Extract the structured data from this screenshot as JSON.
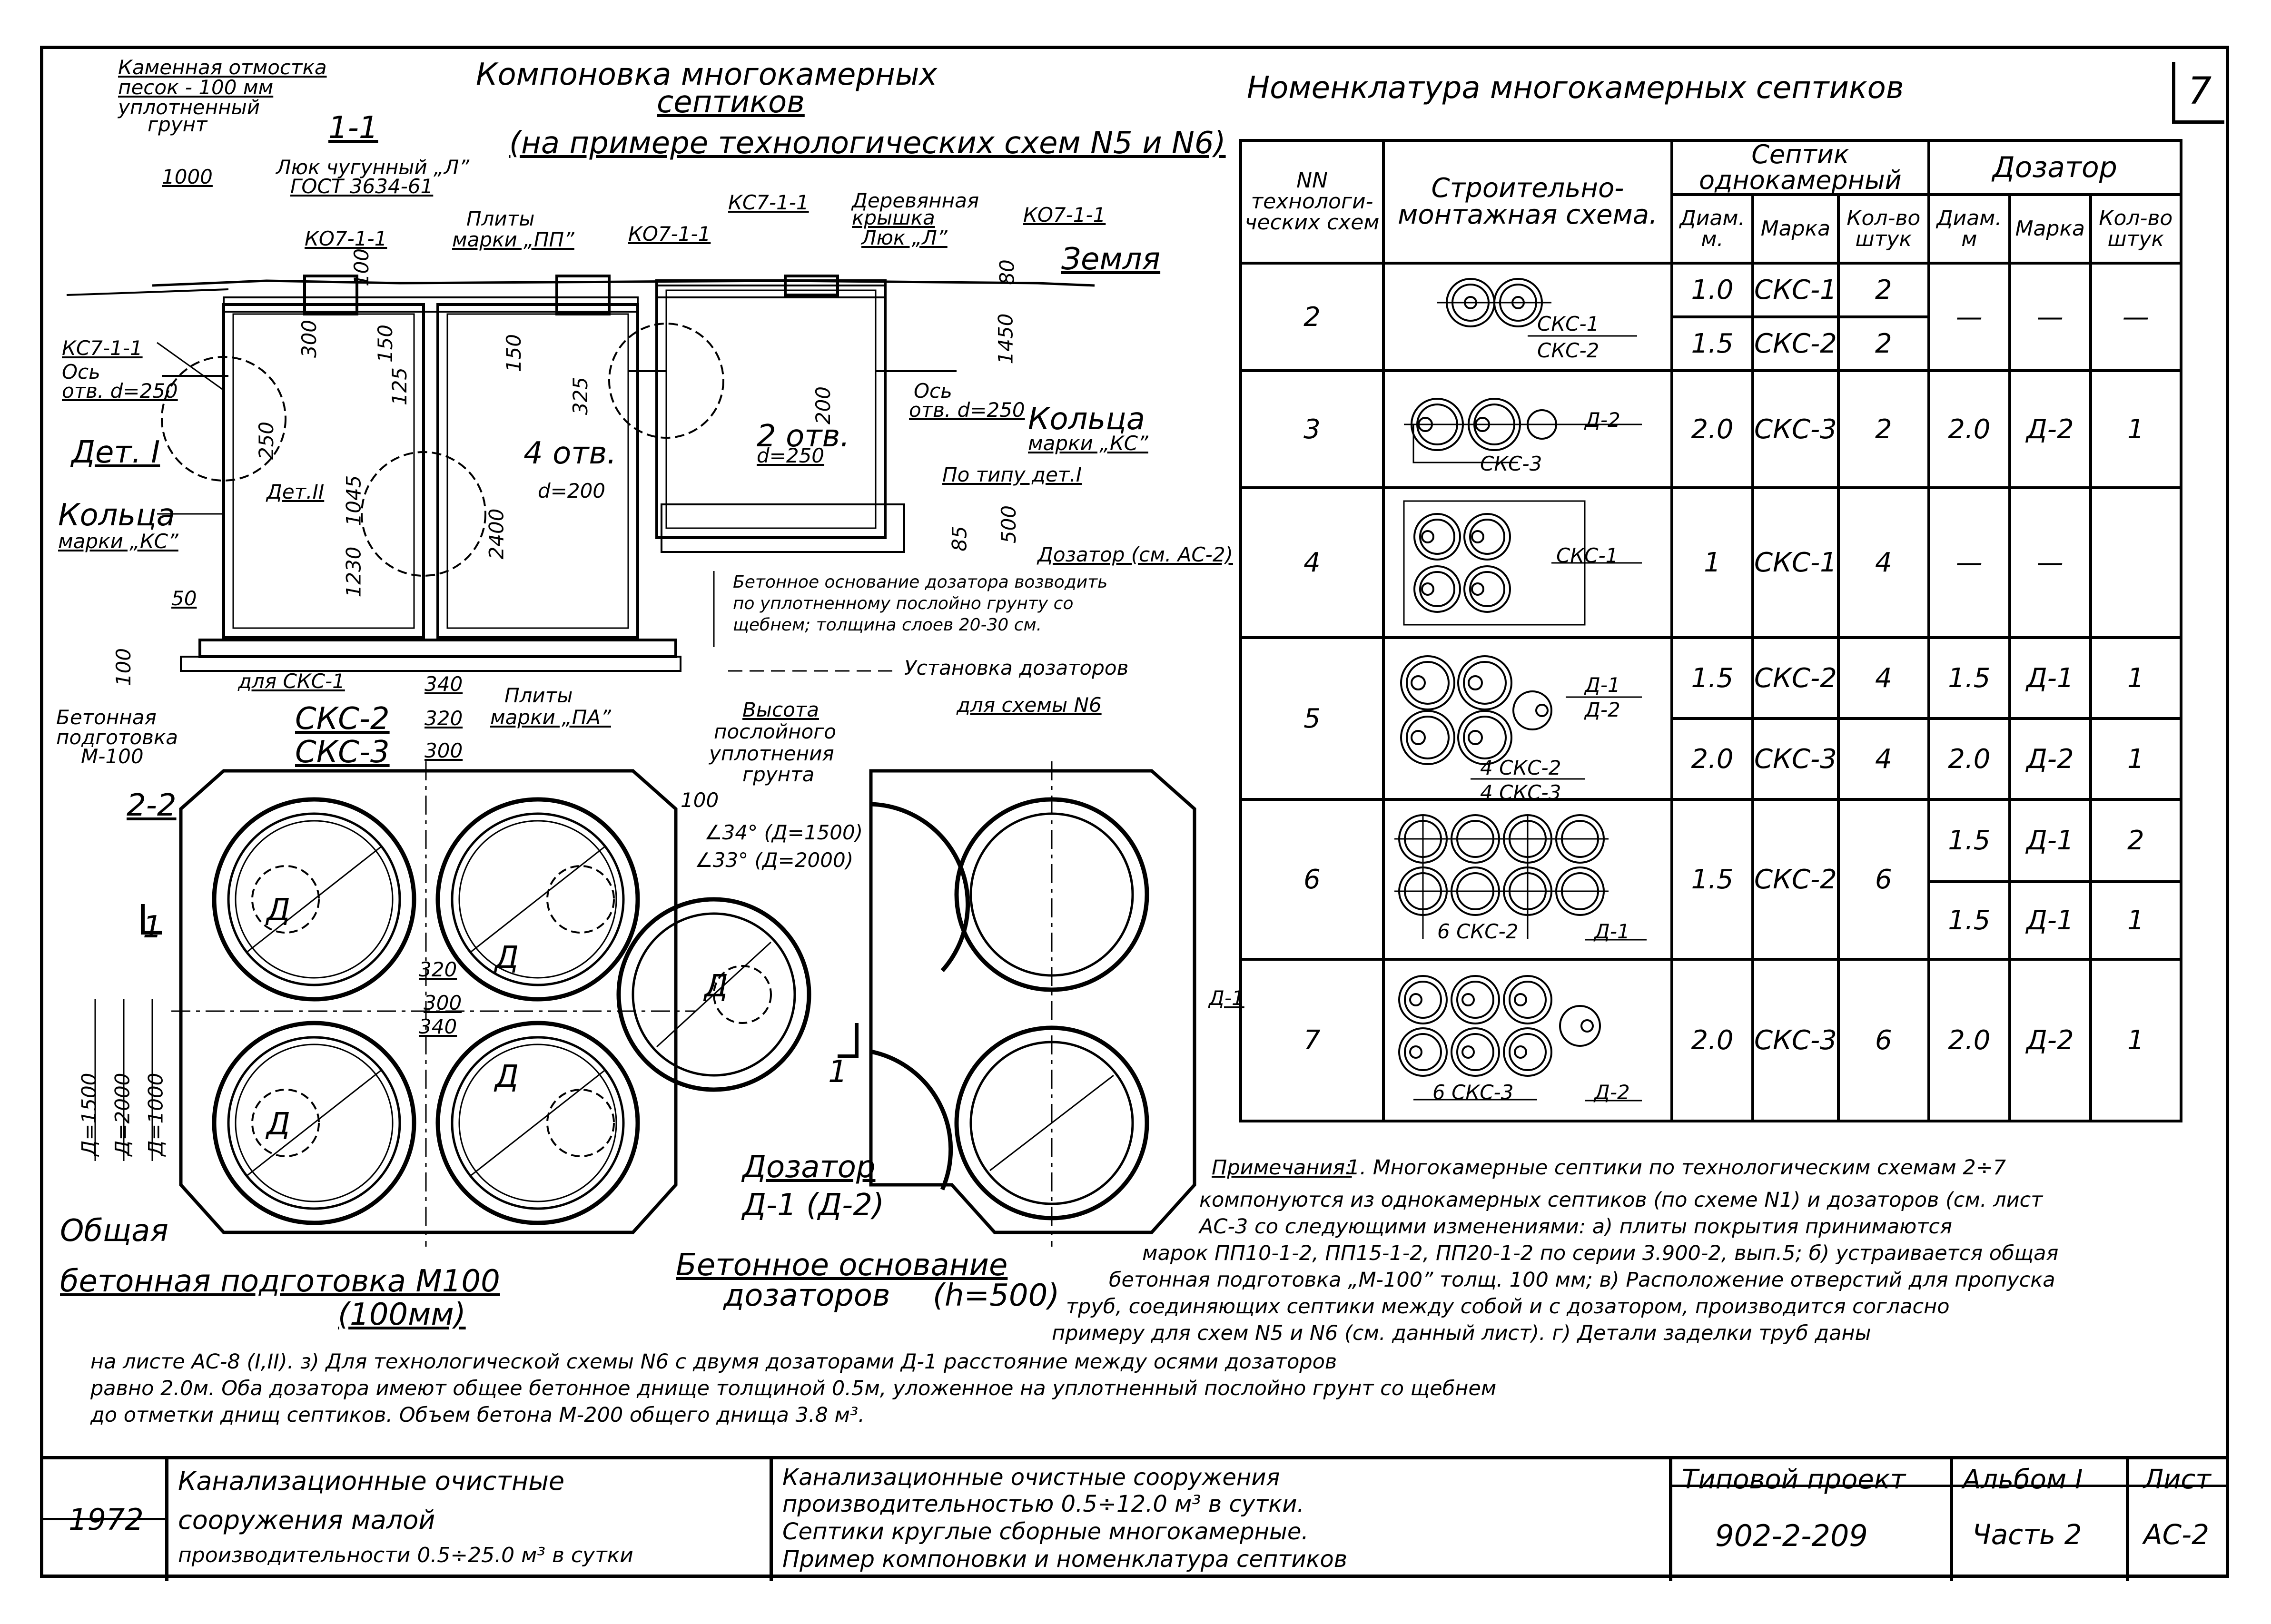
{
  "sheet_number": "7",
  "left": {
    "title_line1": "Компоновка многокамерных",
    "title_line2": "септиков",
    "title_line3": "(на примере технологических схем N5 и N6)",
    "legend_line1": "Каменная отмостка",
    "legend_line2": "песок - 100 мм",
    "legend_line3": "уплотненный",
    "legend_line4": "грунт",
    "section_1_1": "1-1",
    "section_2_2": "2-2",
    "dim_1000": "1000",
    "hatch_lbl": "Люк чугунный „Л”",
    "gost": "ГОСТ 3634-61",
    "slabs": "Плиты",
    "slab_mark": "марки „ПП”",
    "ko1": "КО7-1-1",
    "ko2": "КО7-1-1",
    "kc1": "КС7-1-1",
    "kc2": "КС7-1-1",
    "ko3": "КО7-1-1",
    "wood_cover": "Деревянная",
    "wood_cover2": "крышка",
    "hatch_l": "Люк „Л”",
    "ground": "Земля",
    "axis": "Ось",
    "hole_d250": "отв. d=250",
    "axis2": "Ось",
    "hole_d250_2": "отв. d=250",
    "det1": "Дет. I",
    "det2": "Дет.II",
    "rings": "Кольца",
    "rings_mark": "марки „КС”",
    "rings2": "Кольца",
    "rings2_mark": "марки „КС”",
    "holes4": "4 отв.",
    "d200": "d=200",
    "holes2": "2 отв.",
    "d250": "d=250",
    "per_det": "По типу дет.I",
    "doser_ac2": "Дозатор (см. АС-2)",
    "concrete_base_note1": "Бетонное основание дозатора возводить",
    "concrete_base_note2": "по уплотненному послойно грунту со",
    "concrete_base_note3": "щебнем; толщина слоев 20-30 см.",
    "doser_install1": "Установка дозаторов",
    "doser_install2": "для схемы N6",
    "for_skc1": "для СКС-1",
    "skc2": "СКС-2",
    "skc3": "СКС-3",
    "d340": "340",
    "d320": "320",
    "d300": "300",
    "slabs_pa": "Плиты",
    "slabs_pa2": "марки „ПА”",
    "concrete_prep1": "Бетонная",
    "concrete_prep2": "подготовка",
    "concrete_prep3": "М-100",
    "layer_height1": "Высота",
    "layer_height2": "послойного",
    "layer_height3": "уплотнения",
    "layer_height4": "грунта",
    "dims_v": [
      "1045",
      "1230",
      "125",
      "325",
      "200",
      "150",
      "300",
      "150",
      "100",
      "250",
      "2400",
      "1450",
      "80",
      "500",
      "85"
    ],
    "d50": "50",
    "d100": "100",
    "angle1": "∠34° (Д=1500)",
    "angle2": "∠33° (Д=2000)",
    "d_1500": "Д=1500",
    "d_2000": "Д=2000",
    "d_1000": "Д=1000",
    "doser_label": "Дозатор",
    "doser_label2": "Д-1 (Д-2)",
    "common": "Общая",
    "common_prep": "бетонная подготовка М100",
    "common_prep2": "(100мм)",
    "concrete_doser1": "Бетонное основание",
    "concrete_doser2": "дозаторов",
    "h500": "(h=500)",
    "d_letter": "Д",
    "d1_side": "Д-1",
    "cut1": "1",
    "dim100": "100"
  },
  "table": {
    "title": "Номенклатура многокамерных септиков",
    "h_nn": "NN технологи- ческих схем",
    "h_scheme": "Строительно- монтажная схема.",
    "h_septic": "Септик однокамерный",
    "h_doser": "Дозатор",
    "h_diam": "Диам. м.",
    "h_mark": "Марка",
    "h_qty": "Кол-во штук",
    "h_diam2": "Диам. м",
    "h_mark2": "Марка",
    "h_qty2": "Кол-во штук",
    "rows": [
      {
        "n": "2",
        "caption": "СКС-1 / СКС-2",
        "sub": [
          {
            "d": "1.0",
            "m": "СКС-1",
            "q": "2",
            "dd": "—",
            "dm": "—",
            "dq": "—"
          },
          {
            "d": "1.5",
            "m": "СКС-2",
            "q": "2"
          }
        ]
      },
      {
        "n": "3",
        "caption": "Д-2 / СКС-3",
        "sub": [
          {
            "d": "2.0",
            "m": "СКС-3",
            "q": "2",
            "dd": "2.0",
            "dm": "Д-2",
            "dq": "1"
          }
        ]
      },
      {
        "n": "4",
        "caption": "СКС-1",
        "sub": [
          {
            "d": "1",
            "m": "СКС-1",
            "q": "4",
            "dd": "—",
            "dm": "—",
            "dq": ""
          }
        ]
      },
      {
        "n": "5",
        "caption": "Д-1 / Д-2 / 4 СКС-2 / 4 СКС-3",
        "sub": [
          {
            "d": "1.5",
            "m": "СКС-2",
            "q": "4",
            "dd": "1.5",
            "dm": "Д-1",
            "dq": "1"
          },
          {
            "d": "2.0",
            "m": "СКС-3",
            "q": "4",
            "dd": "2.0",
            "dm": "Д-2",
            "dq": "1"
          }
        ]
      },
      {
        "n": "6",
        "caption": "6 СКС-2 / Д-1",
        "sub": [
          {
            "d": "1.5",
            "m": "СКС-2",
            "q": "6",
            "dd": "1.5",
            "dm": "Д-1",
            "dq": "2"
          },
          {
            "dd": "1.5",
            "dm": "Д-1",
            "dq": "1"
          }
        ]
      },
      {
        "n": "7",
        "caption": "6 СКС-3 / Д-2",
        "sub": [
          {
            "d": "2.0",
            "m": "СКС-3",
            "q": "6",
            "dd": "2.0",
            "dm": "Д-2",
            "dq": "1"
          }
        ]
      }
    ],
    "cap": {
      "r2a": "СКС-1",
      "r2b": "СКС-2",
      "r3a": "Д-2",
      "r3b": "СКС-3",
      "r4a": "СКС-1",
      "r5a": "Д-1",
      "r5b": "Д-2",
      "r5c": "4 СКС-2",
      "r5d": "4 СКС-3",
      "r6a": "6 СКС-2",
      "r6b": "Д-1",
      "r7a": "6 СКС-3",
      "r7b": "Д-2"
    }
  },
  "notes": {
    "head": "Примечания:",
    "l1": "1. Многокамерные септики по технологическим схемам 2÷7",
    "l2": "компонуются из однокамерных септиков (по схеме N1) и дозаторов (см. лист",
    "l3": "АС-3 со следующими изменениями: а) плиты покрытия принимаются",
    "l4": "марок ПП10-1-2, ПП15-1-2, ПП20-1-2 по серии 3.900-2, вып.5; б) устраивается общая",
    "l5": "бетонная подготовка „М-100” толщ. 100 мм; в) Расположение отверстий для пропуска",
    "l6": "труб, соединяющих септики между собой и с дозатором, производится согласно",
    "l7": "примеру для схем N5 и N6 (см. данный лист). г) Детали заделки труб даны",
    "l8": "на листе АС-8 (I,II). з) Для технологической схемы N6 с двумя дозаторами Д-1 расстояние между осями дозаторов",
    "l9": "равно 2.0м. Оба дозатора имеют общее бетонное днище толщиной 0.5м, уложенное на уплотненный послойно грунт со щебнем",
    "l10": "до отметки днищ септиков. Объем бетона М-200 общего днища 3.8 м³."
  },
  "titleblock": {
    "year": "1972",
    "c2_l1": "Канализационные очистные",
    "c2_l2": "сооружения малой",
    "c2_l3": "производительности 0.5÷25.0 м³ в сутки",
    "c3_l1": "Канализационные очистные сооружения",
    "c3_l2": "производительностью 0.5÷12.0 м³ в сутки.",
    "c3_l3": "Септики круглые сборные многокамерные.",
    "c3_l4": "Пример компоновки и номенклатура септиков",
    "proj_h": "Типовой проект",
    "proj_v": "902-2-209",
    "album_h": "Альбом I",
    "album_v": "Часть 2",
    "sheet_h": "Лист",
    "sheet_v": "АС-2"
  }
}
